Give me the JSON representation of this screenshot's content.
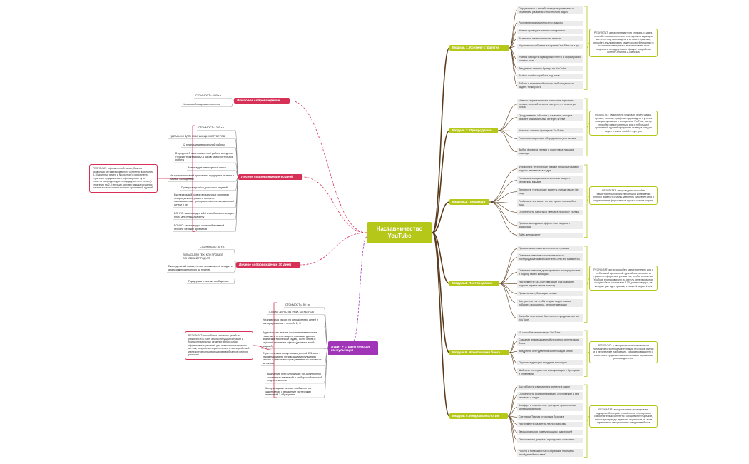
{
  "central": "Наставничество YouTube",
  "colors": {
    "olive": "#b5c718",
    "crimson": "#d63057",
    "purple": "#a135b8",
    "leaf": "#ececec"
  },
  "modules": [
    {
      "title": "Модуль 1. Контент-стратегия",
      "items": [
        "Определимся с нишей, позиционированием и стратегией развития относительно задач",
        "Распланировали ценности и смыслы",
        "Учимся проводить анализ конкурентов",
        "Развиваем насмотренность в нише",
        "Изучаем как работают алгоритмы YouTube от и до",
        "Учимся находить идеи для контента и формировать контент-план",
        "Фундамент личного бренда на YouTube",
        "Разбор ошибок и работа над ними",
        "Работа с аналитикой канала чтобы научиться видеть точки роста"
      ],
      "result": "РЕЗУЛЬТАТ: автор понимает что снимать и зачем, способен самостоятельно генерировать идеи для контента под свои задачи и из своей органики, способен анализировать канал по своей тематике и по основным метрикам, анализировать свои результаты и подкручивать \"фокус\", разработан контент-план на 2-3 месяца"
    },
    {
      "title": "Модуль 2. Препродакшн",
      "items": [
        "Навыки сторителлинга и написание сценария ролика, который хочется смотреть от начала до конца",
        "Продумывание обложки и названия, которые вызовут максимальный интерес к теме",
        "Упаковка личного бренда на YouTube",
        "Ревизия и подготовка оборудования для съемки",
        "Выбор формата съемки и подготовка локации, команды"
      ],
      "result": "РЕЗУЛЬТАТ: гармонично упакован канал (шапка, превью, логотип, граф.пакет для видео) с учетом позиционирования и алгоритмов YouTube, автор способен самостоятельно или с небольшой креативной группой продюсить съемку в каждом видео в стиле любой структуры"
    },
    {
      "title": "Модуль3. Продакшн",
      "items": [
        "Формируем технические навыки процесса съемки видео с человеком в кадре",
        "Готовимся эмоционально к съемке видео с человеком в кадре",
        "Тренируем технические аспекты съемки видео без лица",
        "Разбираем что может не все просто съемки без лица",
        "Особенности работы со звуком в процессе съемки",
        "Принципы создания эффектного визуала и аудиоряда",
        "Тайм-менеджмент"
      ],
      "result": "РЕЗУЛЬТАТ: автор видимо способен самостоятельно или с небольшой креативной группой провести съемку, уверенно чувствует себя в кадре и имеет формальные фразы и плане подачи"
    },
    {
      "title": "Модуль4. Постпродакшн",
      "items": [
        "Принципы монтажа качественного ролика",
        "Освоение навыков самостоятельного постпродакшена всего контента или его элементов",
        "Освоение навыков делегирования постпродакшена и подбор своей команды",
        "Инструменты SEO-оптимизации (как выводить видео в первые места поиска)",
        "Правильная публикация ролика",
        "Как сделать так чтобы старые видео начали набирать просмотры - переоптимизация",
        "Способы платного и бесплатного продвижения на YouTube"
      ],
      "result": "РЕЗУЛЬТАТ: автор способен самостоятельно или с небольшой креативной группой монтировать и грамотно оформлять ролики так, чтобы алгоритмы YouTube его продвигали, а зритель интересовался, создана база контента из 5-10 длинных видео, на которые уже идет трафик, а также N видео shorts"
    },
    {
      "title": "Модуль5. Монетизация блога",
      "items": [
        "10 способов монетизации YouTube",
        "Создание индивидуальной стратегии монетизации блога",
        "Внедрение инструментов монетизации блога",
        "Перенос аудитории на другие площадки",
        "Шаблоны инструментов коммуникации с брендами и клиентами"
      ],
      "result": "РЕЗУЛЬТАТ: у автора сформирована четкое понимание стратегии монетизации его блога сейчас и в перспективе на будущее, сформированы пути к клиентам и традиционным каналам их сервисов и рекламодателям"
    },
    {
      "title": "Модуль 6. Медиапсихология",
      "items": [
        "Как работать с вниманием зрителя в кадре",
        "Особенности восприятия видео с человеком и без человека в кадре",
        "Комфорт и присвоение, принципы привлечения целевой аудитории",
        "Светлая и Темная стороны в блогинге",
        "Инструменты развития личной харизмы",
        "Эмоциональная коммуникация с аудиторией",
        "Психогигиена, ритуалы и ресурсное состояние",
        "Работа с тревожностью и страхами, принципы \"пройденной поставки\""
      ],
      "result": "РЕЗУЛЬТАТ: автор начинает формировать ощущение блогера и способность генерировать самостоятельно контент с хорошим потенциалом, использует тренды, практики и ценности, а также справляется эмоционально с ведением блога"
    }
  ],
  "packages": [
    {
      "title": "Люксовое сопровождение",
      "items": [
        "СТОИМОСТЬ: 480 т.р.",
        "Условия обговариваются лично"
      ]
    },
    {
      "title": "Личное сопровождение 90 дней",
      "items": [
        "СТОИМОСТЬ: 200 т.р.",
        "ИДЕАЛЬНО ДЛЯ НАЧИНАЮЩИХ ЮТУБЕРОВ",
        "12 недель индивидуальной работы",
        "В среднем 3 часа совместной работы в неделю (теория+практика) и 2-4 часов самостоятельной работы",
        "Мини-аудит имеющегося опыта",
        "На протяжении всей программы поддержка от меня в личных сообщениях",
        "Проверка и разбор домашних заданий",
        "Еженедельный созвон в различных форматах : лекция, демонстрация и тонкости наставничества, тренировочные сессии, мозговой штурм и пр.",
        "БОНУС: запись видео в 13 способах монетизации блога для Клэш Academy",
        "БОНУС: запись видео о светлой и темной стороне женских архетипов"
      ],
      "result": "РЕЗУЛЬТАТ: оформленный канал, база из правильно оптимизированного контента (в среднем 8-10 длинных видео и N коротких), оформлена стратегия продвижения и сформирован путь клиента на продающую площадку, контент-план (и стратегия на 2-3 месяца), основы навыка создания контента самостоятельно или с креативной группой"
    },
    {
      "title": "Личное сопровождение 30 дней",
      "items": [
        "СТОИМОСТЬ: 40 т.р.",
        "ТОЛЬКО ДЛЯ ТЕХ, КТО ПРОШЕЛ ОСНОВНОЙ ПРОДУКТ",
        "Еженедельный созвон по постановке целей и задач с анализом проделанного за неделю",
        "Поддержка в личных сообщениях"
      ]
    },
    {
      "title": "Аудит + стратегическая консультация",
      "items": [
        "СТОИМОСТЬ: 50 т.р.",
        "ТОЛЬКО ДЛЯ ОПЫТНЫХ ЮТУБЕРОВ",
        "Установочная сессия по определению целей и вектора развития - точка А, Б, С",
        "Аудит канала: анализ по основным метрикам тематики и стилю видео с помощью данных аналитики творческой студии, всего опыта и глубокий аналитики сферы (делается моей задачей)",
        "Стратегическая консультация длиной 2-3 часа : рекомендации по оптимизации и улучшению канала в рамках векторов развития по основным метрикам",
        "Выделение пути ближайших топ-конкурентов со смежной тематикой и разбор особенностей их деятельности",
        "Консультация и личные сообщения на закрепление и внедрение тактических изменений 3 обращения"
      ],
      "result": "РЕЗУЛЬТАТ: проработка ключевых целей по развитию YouTube, анализ текущей ситуации и поиск оптимальных решений выбор самых эффективных решений для повышения ключевых метрик, разработка стратегического плана действий и внедрение ключевых шагов в выбранном векторе развития"
    }
  ]
}
